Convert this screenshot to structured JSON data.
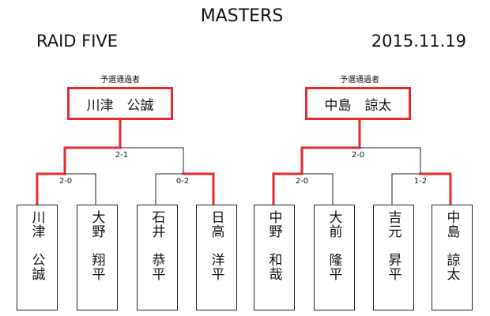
{
  "header": {
    "title": "MASTERS",
    "subtitle": "RAID FIVE",
    "date": "2015.11.19"
  },
  "left_block": {
    "qualifier_label": "予選通過者",
    "winner": "川津　公誠",
    "final_score": "2-1",
    "semi_scores": [
      "2-0",
      "0-2"
    ],
    "players": [
      "川津　公誠",
      "大野　翔平",
      "石井　恭平",
      "日高　洋平"
    ]
  },
  "right_block": {
    "qualifier_label": "予選通過者",
    "winner": "中島　諒太",
    "final_score": "2-0",
    "semi_scores": [
      "2-0",
      "1-2"
    ],
    "players": [
      "中野　和哉",
      "大前　隆平",
      "吉元　昇平",
      "中島　諒太"
    ]
  },
  "colors": {
    "winner_path": "#e8292e",
    "line": "#222222"
  }
}
